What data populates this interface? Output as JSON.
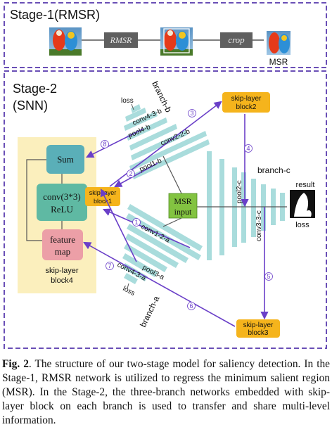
{
  "stage1": {
    "title": "Stage-1(RMSR)",
    "rmsr_label": "RMSR",
    "crop_label": "crop",
    "output_label": "MSR"
  },
  "stage2": {
    "title_line1": "Stage-2",
    "title_line2": "(SNN)",
    "block4": {
      "sum": "Sum",
      "conv_line1": "conv(3*3)",
      "conv_line2": "ReLU",
      "feature_line1": "feature",
      "feature_line2": "map",
      "caption_line1": "skip-layer",
      "caption_line2": "block4"
    },
    "block1": {
      "line1": "skip-layer",
      "line2": "block1"
    },
    "block2": {
      "line1": "skip-layer",
      "line2": "block2"
    },
    "block3": {
      "line1": "skip-layer",
      "line2": "block3"
    },
    "msr_input": {
      "line1": "MSR",
      "line2": "input"
    },
    "branch_b": {
      "name": "branch-b",
      "loss": "loss",
      "pool4": "pool4-b",
      "conv43": "conv4-3-b",
      "conv22": "conv2-2-b",
      "pool1": "pool1-b"
    },
    "branch_a": {
      "name": "branch-a",
      "loss": "loss",
      "conv12": "conv1-2-a",
      "pool3": "pool3-a",
      "conv43": "conv4-3-a"
    },
    "branch_c": {
      "name": "branch-c",
      "pool2": "pool2-c",
      "conv33": "conv3-3-c",
      "result": "result",
      "loss": "loss"
    },
    "steps": [
      "1",
      "2",
      "3",
      "4",
      "5",
      "6",
      "7",
      "8"
    ]
  },
  "caption": {
    "label": "Fig. 2",
    "text": ". The structure of our two-stage model for saliency detection. In the Stage-1, RMSR network is utilized to regress the minimum salient region (MSR). In the Stage-2, the three-branch networks embedded with skip-layer block on each branch is used to transfer and share multi-level information."
  },
  "colors": {
    "frame": "#6a4fb6",
    "arrow": "#6a3fc8",
    "layer": "#a9dcdc",
    "skip_block": "#f5b41c",
    "msr_box": "#83c341",
    "block4_bg": "#fbefbd",
    "sum_box": "#5aafb8",
    "conv_box": "#5fb9a3",
    "feature_box": "#ec9fa7",
    "layer_box": "#5f5f5f"
  }
}
